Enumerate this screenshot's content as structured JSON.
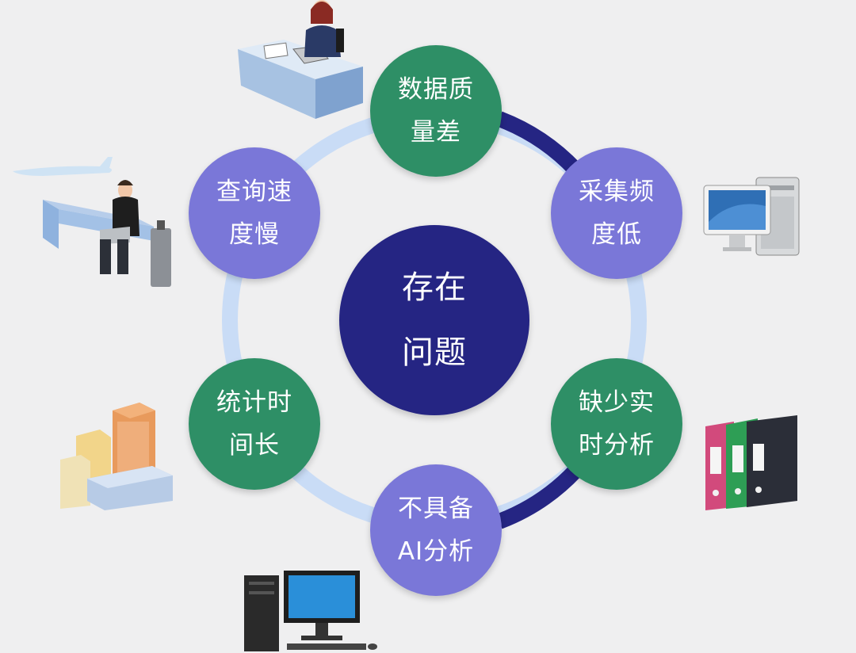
{
  "center": {
    "label": "存在\n问题",
    "color": "#252583"
  },
  "nodes": [
    {
      "id": "data-quality",
      "label": "数据质\n量差",
      "color": "#2e8f66"
    },
    {
      "id": "collection-freq",
      "label": "采集频\n度低",
      "color": "#7a77d8"
    },
    {
      "id": "realtime",
      "label": "缺少实\n时分析",
      "color": "#2e8f66"
    },
    {
      "id": "ai",
      "label": "不具备\nAI分析",
      "color": "#7a77d8"
    },
    {
      "id": "stats-time",
      "label": "统计时\n间长",
      "color": "#2e8f66"
    },
    {
      "id": "query-speed",
      "label": "查询速\n度慢",
      "color": "#7a77d8"
    }
  ],
  "ring": {
    "light_color": "#c9dcf6",
    "dark_color": "#252583"
  },
  "illustrations": [
    {
      "icon": "businesswoman-at-desk-icon"
    },
    {
      "icon": "imac-and-tower-icon"
    },
    {
      "icon": "binders-icon"
    },
    {
      "icon": "desktop-computer-icon"
    },
    {
      "icon": "buildings-icon"
    },
    {
      "icon": "airplane-traveler-icon"
    }
  ]
}
